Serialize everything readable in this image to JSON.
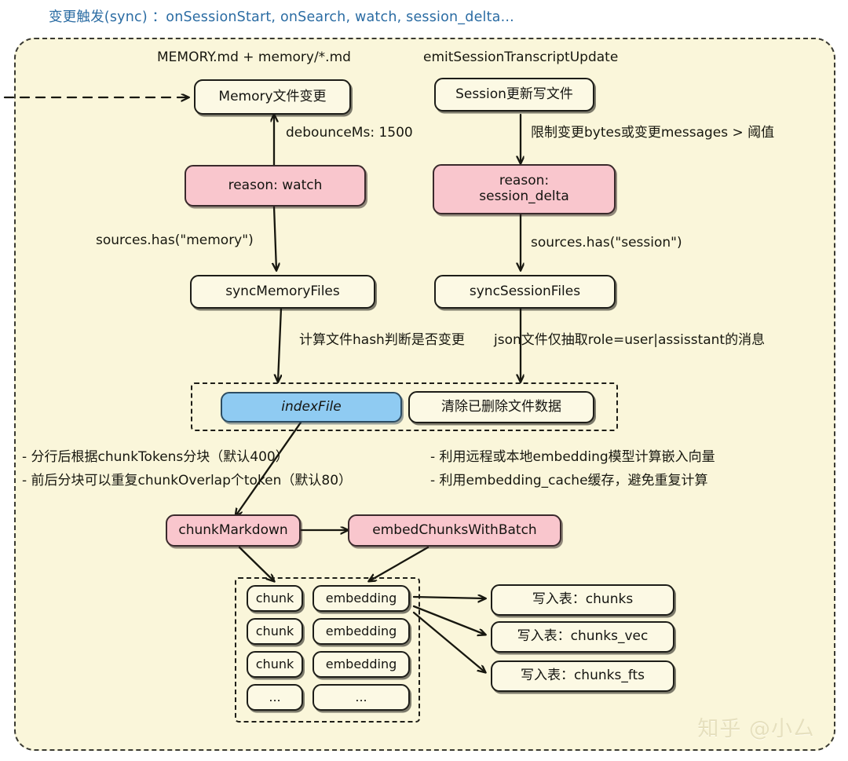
{
  "title": "变更触发(sync) ：onSessionStart, onSearch, watch, session_delta...",
  "colors": {
    "panel_bg": "#faf6da",
    "node_bg": "#fcf9e4",
    "pink": "#f9c6cd",
    "blue": "#8fcbf2",
    "stroke": "#1d1d18",
    "title_blue": "#2b6ca3",
    "watermark": "#e6e0be"
  },
  "nodes": {
    "memory_change": "Memory文件变更",
    "session_write": "Session更新写文件",
    "reason_watch": "reason: watch",
    "reason_session_delta": "reason:\nsession_delta",
    "reason_session_delta_line1": "reason:",
    "reason_session_delta_line2": "session_delta",
    "sync_memory_files": "syncMemoryFiles",
    "sync_session_files": "syncSessionFiles",
    "index_file": "indexFile",
    "clear_deleted": "清除已删除文件数据",
    "chunk_markdown": "chunkMarkdown",
    "embed_chunks": "embedChunksWithBatch"
  },
  "labels": {
    "memory_sources": "MEMORY.md + memory/*.md",
    "emit_session": "emitSessionTranscriptUpdate",
    "debounce": "debounceMs: 1500",
    "session_threshold": "限制变更bytes或变更messages > 阈值",
    "sources_has_memory": "sources.has(\"memory\")",
    "sources_has_session": "sources.has(\"session\")",
    "file_hash": "计算文件hash判断是否变更",
    "jsonl_extract": "json文件仅抽取role=user|assisstant的消息",
    "chunk_note_1": "- 分行后根据chunkTokens分块（默认400）",
    "chunk_note_2": "- 前后分块可以重复chunkOverlap个token（默认80）",
    "embed_note_1": "- 利用远程或本地embedding模型计算嵌入向量",
    "embed_note_2": "- 利用embedding_cache缓存，避免重复计算"
  },
  "chunk_grid": {
    "left_column": [
      "chunk",
      "chunk",
      "chunk",
      "..."
    ],
    "right_column": [
      "embedding",
      "embedding",
      "embedding",
      "..."
    ]
  },
  "write_tables": [
    "写入表：chunks",
    "写入表：chunks_vec",
    "写入表：chunks_fts"
  ],
  "watermark": "知乎 @小厶"
}
